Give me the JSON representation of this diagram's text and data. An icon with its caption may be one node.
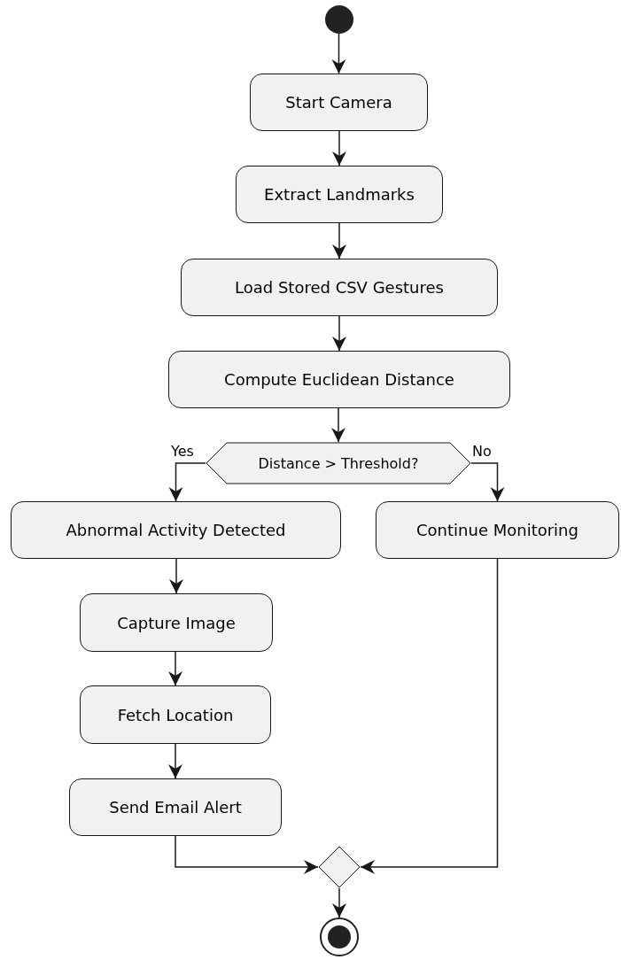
{
  "diagram": {
    "nodes": [
      {
        "text": [],
        "shape": "circle"
      },
      {
        "text": [
          "Start Camera"
        ]
      },
      {
        "text": [
          "Extract Landmarks"
        ]
      },
      {
        "text": [
          "Load Stored CSV Gestures"
        ]
      },
      {
        "text": [
          "Compute Euclidean Distance"
        ]
      },
      {
        "text": [
          "Distance > Threshold?"
        ]
      },
      {
        "text": [
          "Abnormal Activity Detected"
        ]
      },
      {
        "text": [
          "Continue Monitoring"
        ]
      },
      {
        "text": [
          "Capture Image"
        ]
      },
      {
        "text": [
          "Fetch Location"
        ]
      },
      {
        "text": [
          "Send Email Alert"
        ]
      },
      {
        "text": [],
        "shape": "diamond"
      },
      {
        "text": [],
        "shape": "circle"
      }
    ],
    "edges": [
      {
        "from": 0,
        "to": 1,
        "arrow": "to"
      },
      {
        "from": 1,
        "to": 2,
        "arrow": "to"
      },
      {
        "from": 2,
        "to": 3,
        "arrow": "to"
      },
      {
        "from": 3,
        "to": 4,
        "arrow": "to"
      },
      {
        "from": 4,
        "to": 5,
        "arrow": "to"
      },
      {
        "from": 5,
        "to": 6,
        "arrow": "to",
        "label": "Yes"
      },
      {
        "from": 5,
        "to": 7,
        "arrow": "to",
        "label": "No"
      },
      {
        "from": 6,
        "to": 8,
        "arrow": "to"
      },
      {
        "from": 8,
        "to": 9,
        "arrow": "to"
      },
      {
        "from": 9,
        "to": 10,
        "arrow": "to"
      },
      {
        "from": 10,
        "to": 11,
        "arrow": "to"
      },
      {
        "from": 7,
        "to": 11,
        "arrow": "to"
      },
      {
        "from": 11,
        "to": 12,
        "arrow": "to"
      }
    ]
  }
}
